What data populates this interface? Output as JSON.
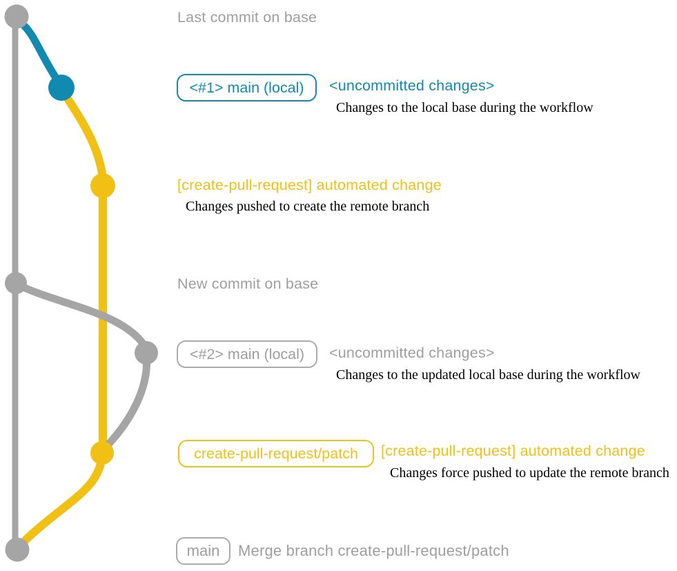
{
  "colors": {
    "teal": "#1289af",
    "yellow": "#f0c014",
    "graph-gray": "#a5a5a5",
    "text-gray": "#9e9e9e",
    "border-gray": "#ababab",
    "caption-black": "#000000"
  },
  "notes": {
    "last_commit": "Last commit on base",
    "new_commit": "New commit on base"
  },
  "badges": {
    "main_local_1": "<#1> main (local)",
    "main_local_2": "<#2> main (local)",
    "cpr_patch": "create-pull-request/patch",
    "main": "main"
  },
  "commits": {
    "uncommitted_1": {
      "title": "<uncommitted changes>",
      "caption": "Changes to the local base during the workflow"
    },
    "automated_1": {
      "title": "[create-pull-request] automated change",
      "caption": "Changes pushed to create the remote branch"
    },
    "uncommitted_2": {
      "title": "<uncommitted changes>",
      "caption": "Changes to the updated local base during the workflow"
    },
    "automated_2": {
      "title": "[create-pull-request] automated change",
      "caption": "Changes force pushed to update the remote branch"
    },
    "merge": {
      "title": "Merge branch create-pull-request/patch"
    }
  }
}
